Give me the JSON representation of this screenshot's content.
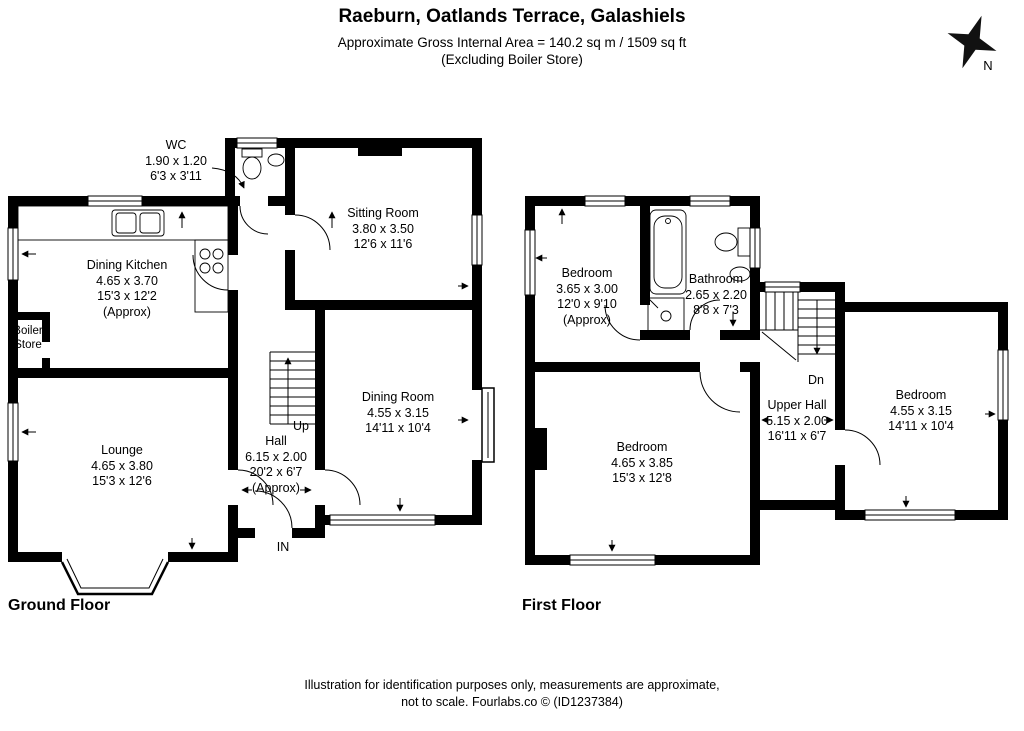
{
  "header": {
    "title": "Raeburn, Oatlands Terrace, Galashiels",
    "subtitle": "Approximate Gross Internal Area = 140.2 sq m / 1509 sq ft",
    "subtitle2": "(Excluding Boiler Store)",
    "compass_label": "N"
  },
  "ground_floor": {
    "label": "Ground Floor",
    "stairs_label": "Up",
    "entrance_label": "IN",
    "rooms": {
      "wc": {
        "name": "WC",
        "metric": "1.90 x 1.20",
        "imperial": "6'3 x 3'11"
      },
      "sitting_room": {
        "name": "Sitting Room",
        "metric": "3.80 x 3.50",
        "imperial": "12'6 x 11'6"
      },
      "dining_kitchen": {
        "name": "Dining Kitchen",
        "metric": "4.65 x 3.70",
        "imperial": "15'3 x 12'2",
        "approx": "(Approx)"
      },
      "boiler_store": {
        "name_line1": "Boiler",
        "name_line2": "Store"
      },
      "dining_room": {
        "name": "Dining Room",
        "metric": "4.55 x 3.15",
        "imperial": "14'11 x 10'4"
      },
      "lounge": {
        "name": "Lounge",
        "metric": "4.65 x 3.80",
        "imperial": "15'3 x 12'6"
      },
      "hall": {
        "name": "Hall",
        "metric": "6.15 x 2.00",
        "imperial": "20'2 x 6'7",
        "approx": "(Approx)"
      }
    }
  },
  "first_floor": {
    "label": "First Floor",
    "stairs_label": "Dn",
    "rooms": {
      "bedroom_front": {
        "name": "Bedroom",
        "metric": "3.65 x 3.00",
        "imperial": "12'0 x 9'10",
        "approx": "(Approx)"
      },
      "bathroom": {
        "name": "Bathroom",
        "metric": "2.65 x 2.20",
        "imperial": "8'8 x 7'3"
      },
      "bedroom_right": {
        "name": "Bedroom",
        "metric": "4.55 x 3.15",
        "imperial": "14'11 x 10'4"
      },
      "upper_hall": {
        "name": "Upper Hall",
        "metric": "5.15 x 2.00",
        "imperial": "16'11 x 6'7"
      },
      "bedroom_rear": {
        "name": "Bedroom",
        "metric": "4.65 x 3.85",
        "imperial": "15'3 x 12'8"
      }
    }
  },
  "footer": {
    "line1": "Illustration for identification purposes only, measurements are approximate,",
    "line2": "not to scale. Fourlabs.co © (ID1237384)"
  },
  "icons": {
    "compass": "compass-rose-icon"
  },
  "colors": {
    "wall": "#000000",
    "background": "#ffffff"
  }
}
